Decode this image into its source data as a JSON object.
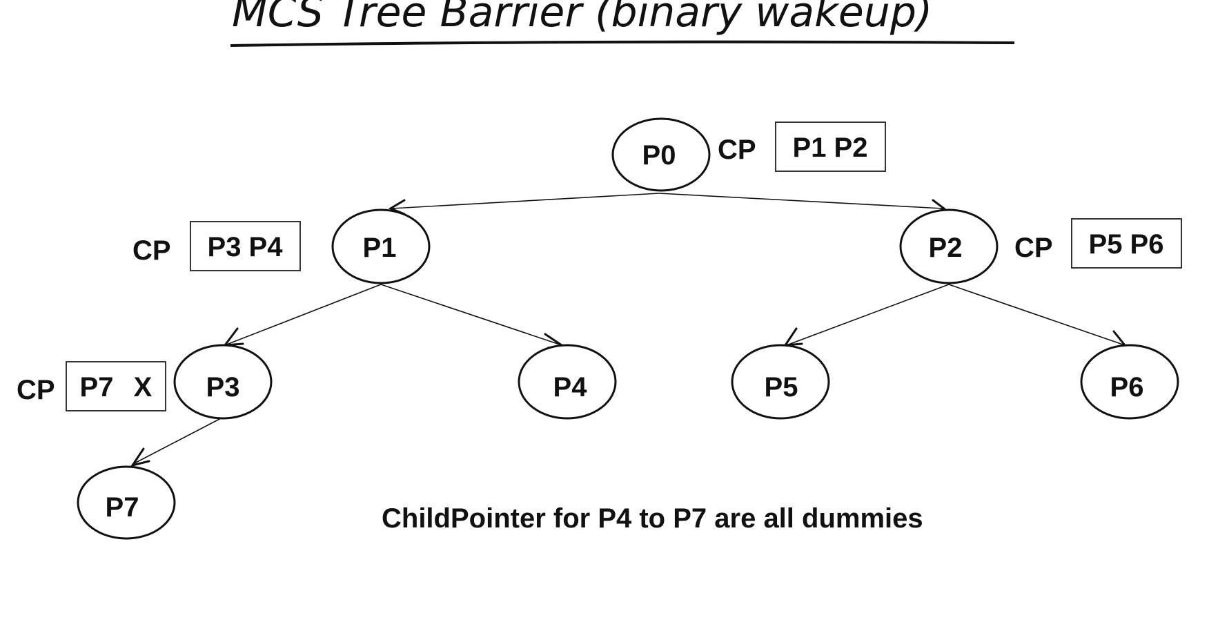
{
  "title": "MCS Tree Barrier (binary wakeup)",
  "cp_label": "CP",
  "nodes": {
    "p0": "P0",
    "p1": "P1",
    "p2": "P2",
    "p3": "P3",
    "p4": "P4",
    "p5": "P5",
    "p6": "P6",
    "p7": "P7"
  },
  "child_pointers": {
    "p0": "P1 P2",
    "p1": "P3 P4",
    "p2": "P5 P6",
    "p3_first": "P7",
    "p3_second": "X"
  },
  "note": "ChildPointer for P4 to P7 are all dummies",
  "colors": {
    "ink": "#111111",
    "background": "#ffffff"
  }
}
